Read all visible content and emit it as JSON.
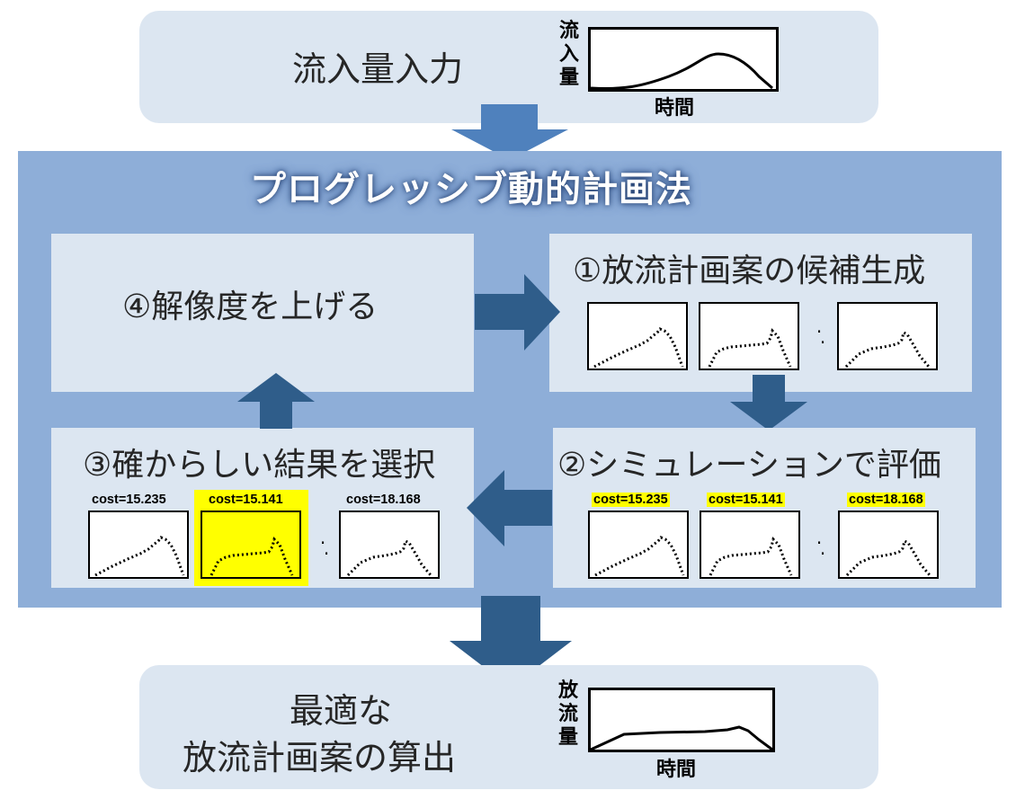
{
  "input_box": {
    "title": "流入量入力",
    "graph_ylabel_chars": [
      "流",
      "入",
      "量"
    ],
    "graph_xlabel": "時間"
  },
  "panel": {
    "title": "プログレッシブ動的計画法",
    "steps": [
      {
        "id": "step1",
        "label": "①放流計画案の候補生成",
        "costs": []
      },
      {
        "id": "step2",
        "label": "②シミュレーションで評価",
        "costs": [
          "cost=15.235",
          "cost=15.141",
          "cost=18.168"
        ],
        "highlighted_costs": [
          true,
          true,
          true
        ]
      },
      {
        "id": "step3",
        "label": "③確からしい結果を選択",
        "costs": [
          "cost=15.235",
          "cost=15.141",
          "cost=18.168"
        ],
        "highlighted_thumb": 1
      },
      {
        "id": "step4",
        "label": "④解像度を上げる"
      }
    ],
    "ellipsis": "・・"
  },
  "output_box": {
    "title_line1": "最適な",
    "title_line2": "放流計画案の算出",
    "graph_ylabel_chars": [
      "放",
      "流",
      "量"
    ],
    "graph_xlabel": "時間"
  },
  "colors": {
    "panel_bg": "#8eaed8",
    "box_bg": "#dce6f1",
    "arrow_light": "#4f81bd",
    "arrow_dark": "#2f5d8a",
    "highlight": "#ffff00"
  }
}
